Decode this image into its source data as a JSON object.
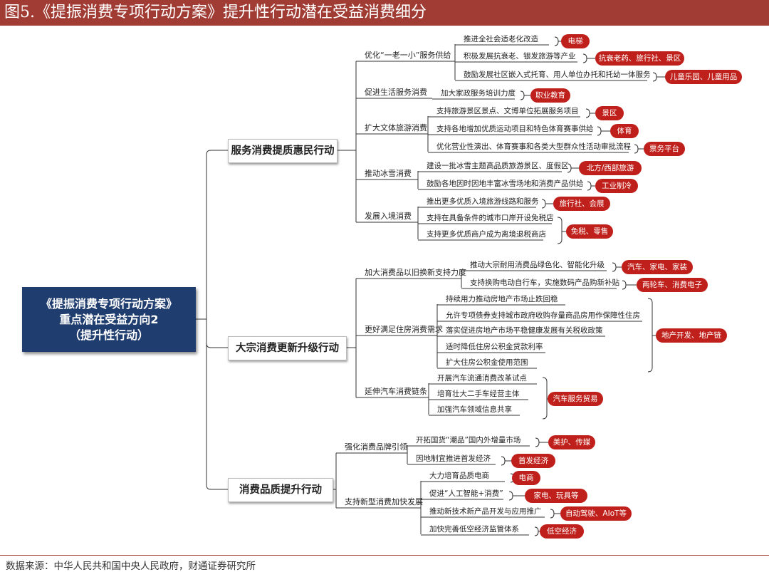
{
  "title": "图5.《提振消费专项行动方案》提升性行动潜在受益消费细分",
  "source": "数据来源：中华人民共和国中央人民政府，财通证券研究所",
  "colors": {
    "header": "#a13c34",
    "root": "#1f3d6e",
    "tag": "#c0201b"
  },
  "root": {
    "line1": "《提振消费专项行动方案》",
    "line2": "重点潜在受益方向2",
    "line3": "（提升性行动）"
  },
  "branches": [
    {
      "label": "服务消费提质惠民行动",
      "groups": [
        {
          "label": "优化“一老一小”服务供给",
          "items": [
            "推进全社会适老化改造",
            "积极发展抗衰老、银发旅游等产业",
            "鼓励发展社区嵌入式托育、用人单位办托和托幼一体服务"
          ],
          "tags": [
            {
              "label": "电梯",
              "items": [
                0
              ]
            },
            {
              "label": "抗衰老药、旅行社、景区",
              "items": [
                1
              ]
            },
            {
              "label": "儿童乐园、儿童用品",
              "items": [
                2
              ]
            }
          ]
        },
        {
          "label": "促进生活服务消费",
          "items": [
            "加大家政服务培训力度"
          ],
          "tags": [
            {
              "label": "职业教育",
              "items": [
                0
              ]
            }
          ]
        },
        {
          "label": "扩大文体旅游消费",
          "items": [
            "支持旅游景区景点、文博单位拓展服务项目",
            "支持各地增加优质运动项目和特色体育赛事供给",
            "优化营业性演出、体育赛事和各类大型群众性活动审批流程"
          ],
          "tags": [
            {
              "label": "景区",
              "items": [
                0
              ]
            },
            {
              "label": "体育",
              "items": [
                1
              ]
            },
            {
              "label": "票务平台",
              "items": [
                2
              ]
            }
          ]
        },
        {
          "label": "推动冰雪消费",
          "items": [
            "建设一批冰雪主题高品质旅游景区、度假区",
            "鼓励各地因时因地丰富冰雪场地和消费产品供给"
          ],
          "tags": [
            {
              "label": "北方/西部旅游",
              "items": [
                0
              ]
            },
            {
              "label": "工业制冷",
              "items": [
                1
              ]
            }
          ]
        },
        {
          "label": "发展入境消费",
          "items": [
            "推出更多优质入境旅游线路和服务",
            "支持在具备条件的城市口岸开设免税店",
            "支持更多优质商户成为离境退税商店"
          ],
          "tags": [
            {
              "label": "旅行社、会展",
              "items": [
                0
              ]
            },
            {
              "label": "免税、零售",
              "items": [
                1,
                2
              ]
            }
          ]
        }
      ]
    },
    {
      "label": "大宗消费更新升级行动",
      "groups": [
        {
          "label": "加大消费品以旧换新支持力度",
          "items": [
            "推动大宗耐用消费品绿色化、智能化升级",
            "支持换购电动自行车，实施数码产品购新补贴"
          ],
          "tags": [
            {
              "label": "汽车、家电、家装",
              "items": [
                0
              ]
            },
            {
              "label": "两轮车、消费电子",
              "items": [
                1
              ]
            }
          ]
        },
        {
          "label": "更好满足住房消费需求",
          "items": [
            "持续用力推动房地产市场止跌回稳",
            "允许专项债券支持城市政府收购存量商品房用作保障性住房",
            "落实促进房地产市场平稳健康发展有关税收政策",
            "适时降低住房公积金贷款利率",
            "扩大住房公积金使用范围"
          ],
          "tags": [
            {
              "label": "地产开发、地产链",
              "items": [
                0,
                1,
                2,
                3,
                4
              ]
            }
          ]
        },
        {
          "label": "延伸汽车消费链条",
          "items": [
            "开展汽车流通消费改革试点",
            "培育壮大二手车经营主体",
            "加强汽车领域信息共享"
          ],
          "tags": [
            {
              "label": "汽车服务贸易",
              "items": [
                0,
                1,
                2
              ]
            }
          ]
        }
      ]
    },
    {
      "label": "消费品质提升行动",
      "groups": [
        {
          "label": "强化消费品牌引领",
          "items": [
            "开拓国货“潮品”国内外增量市场",
            "因地制宜推进首发经济"
          ],
          "tags": [
            {
              "label": "美护、传媒",
              "items": [
                0
              ]
            },
            {
              "label": "首发经济",
              "items": [
                1
              ]
            }
          ]
        },
        {
          "label": "支持新型消费加快发展",
          "items": [
            "大力培育品质电商",
            "促进“人工智能+消费”",
            "推动新技术新产品开发与应用推广",
            "加快完善低空经济监管体系"
          ],
          "tags": [
            {
              "label": "电商",
              "items": [
                0
              ]
            },
            {
              "label": "家电、玩具等",
              "items": [
                1
              ]
            },
            {
              "label": "自动驾驶、AIoT等",
              "items": [
                2
              ]
            },
            {
              "label": "低空经济",
              "items": [
                3
              ]
            }
          ]
        }
      ]
    }
  ]
}
